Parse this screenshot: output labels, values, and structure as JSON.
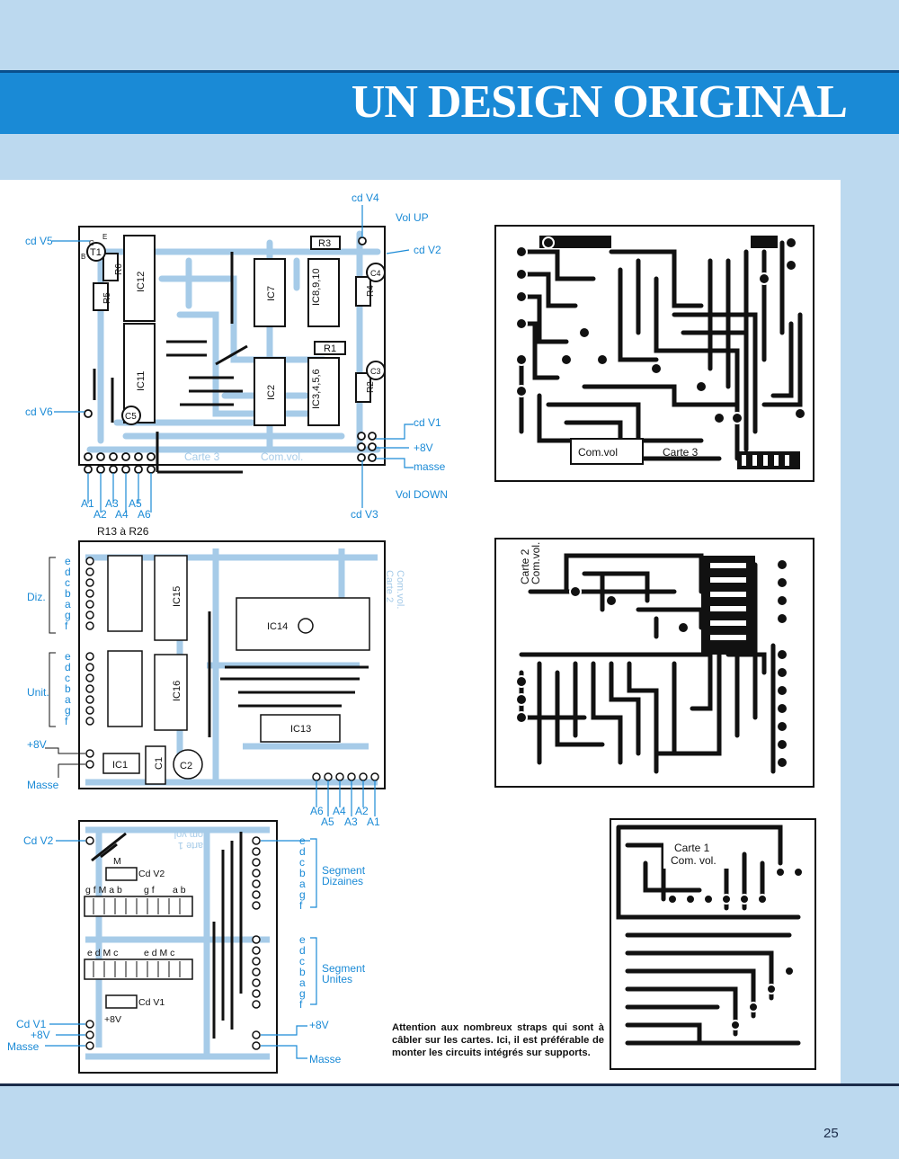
{
  "header": {
    "title": "UN DESIGN ORIGINAL"
  },
  "page_number": "25",
  "caption": "Attention aux nombreux straps qui sont à câbler sur les cartes. Ici, il est préférable de monter les circuits intégrés sur supports.",
  "board3": {
    "top_labels": [
      "cd V4",
      "Vol UP",
      "cd V2"
    ],
    "left_labels": [
      "cd V5",
      "cd V6"
    ],
    "right_labels": [
      "cd V1",
      "+8V",
      "masse"
    ],
    "bottom_labels": [
      "Vol DOWN",
      "cd V3"
    ],
    "a_labels": [
      "A1",
      "A3",
      "A5",
      "A2",
      "A4",
      "A6"
    ],
    "components": [
      "T1",
      "R6",
      "R5",
      "IC12",
      "IC11",
      "C5",
      "IC7",
      "IC2",
      "IC8,9,10",
      "IC3,4,5,6",
      "R3",
      "R4",
      "C4",
      "R1",
      "R2",
      "C3"
    ],
    "pin_letters": [
      "E",
      "B",
      "C"
    ],
    "ghost": [
      "Carte 3",
      "Com.vol."
    ]
  },
  "board2": {
    "title": "R13 à R26",
    "groups": [
      "Diz.",
      "Unit."
    ],
    "segments": [
      "e",
      "d",
      "c",
      "b",
      "a",
      "g",
      "f"
    ],
    "components": [
      "IC15",
      "IC16",
      "IC14",
      "IC13",
      "IC1",
      "C1",
      "C2"
    ],
    "left_labels": [
      "+8V",
      "Masse"
    ],
    "a_labels": [
      "A6",
      "A4",
      "A2",
      "A5",
      "A3",
      "A1"
    ],
    "ghost": [
      "Com.vol.",
      "Carte 2"
    ]
  },
  "board1": {
    "left_labels": [
      "Cd V2",
      "Cd V1",
      "+8V",
      "Masse"
    ],
    "right_labels": [
      "Segment",
      "Dizaines",
      "Segment",
      "Unites",
      "+8V",
      "Masse"
    ],
    "segments": [
      "e",
      "d",
      "c",
      "b",
      "a",
      "g",
      "f"
    ],
    "switch_labels": [
      "M",
      "Cd V2",
      "Cd V1",
      "+8V"
    ],
    "display_top_labels": [
      "g f M a b",
      "g f",
      "a b"
    ],
    "display_bottom_labels": [
      "e d M c",
      "e d M c"
    ],
    "ghost": [
      "Carte 1",
      "Com.vol."
    ]
  },
  "pcb": {
    "carte3": [
      "Com.vol",
      "Carte 3"
    ],
    "carte2": [
      "Carte 2",
      "Com.vol."
    ],
    "carte1": [
      "Carte 1",
      "Com. vol."
    ]
  },
  "colors": {
    "banner": "#1a8ad6",
    "background": "#bcd9ef",
    "trace": "#111111",
    "overlay": "#1a8ad6"
  }
}
